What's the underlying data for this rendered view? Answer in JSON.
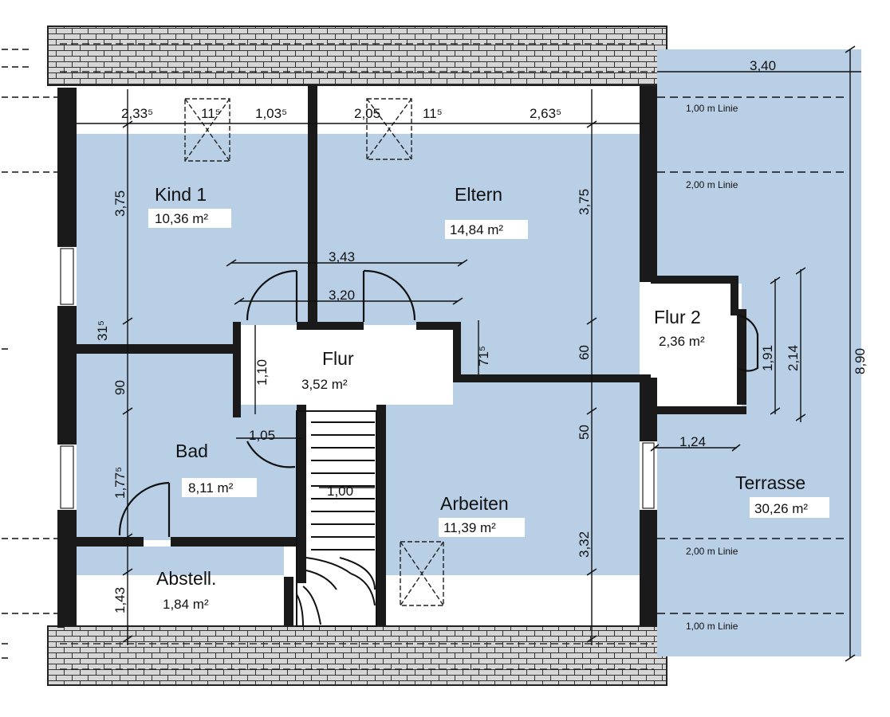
{
  "rooms": [
    {
      "name": "Kind 1",
      "area": "10,36 m²"
    },
    {
      "name": "Eltern",
      "area": "14,84 m²"
    },
    {
      "name": "Flur",
      "area": "3,52 m²"
    },
    {
      "name": "Flur 2",
      "area": "2,36 m²"
    },
    {
      "name": "Bad",
      "area": "8,11 m²"
    },
    {
      "name": "Arbeiten",
      "area": "11,39 m²"
    },
    {
      "name": "Abstell.",
      "area": "1,84 m²"
    },
    {
      "name": "Terrasse",
      "area": "30,26 m²"
    }
  ],
  "dims": {
    "top_terrace": "3,40",
    "kind_width": "2,33⁵",
    "skylight_a": "11⁵",
    "kind_right": "1,03⁵",
    "eltern_left": "2,05",
    "skylight_b": "11⁵",
    "eltern_right": "2,63⁵",
    "flur_outer": "3,43",
    "flur_inner": "3,20",
    "left_375": "3,75",
    "right_375": "3,75",
    "left_315": "31⁵",
    "left_90": "90",
    "left_1775": "1,77⁵",
    "left_143": "1,43",
    "flur_110": "1,10",
    "bad_105": "1,05",
    "stair_100": "1,00",
    "flur_715": "71⁵",
    "right_60": "60",
    "right_50": "50",
    "right_332": "3,32",
    "flur2_191": "1,91",
    "flur2_214": "2,14",
    "terrace_890": "8,90",
    "terrace_124": "1,24"
  },
  "lines": {
    "line1_top": "1,00 m Linie",
    "line2_top": "2,00 m Linie",
    "line2_bottom": "2,00 m Linie",
    "line1_bottom": "1,00 m Linie"
  },
  "colors": {
    "room_fill": "#b8cfe6",
    "wall": "#1a1a1a",
    "roof": "#d9d9d9"
  }
}
